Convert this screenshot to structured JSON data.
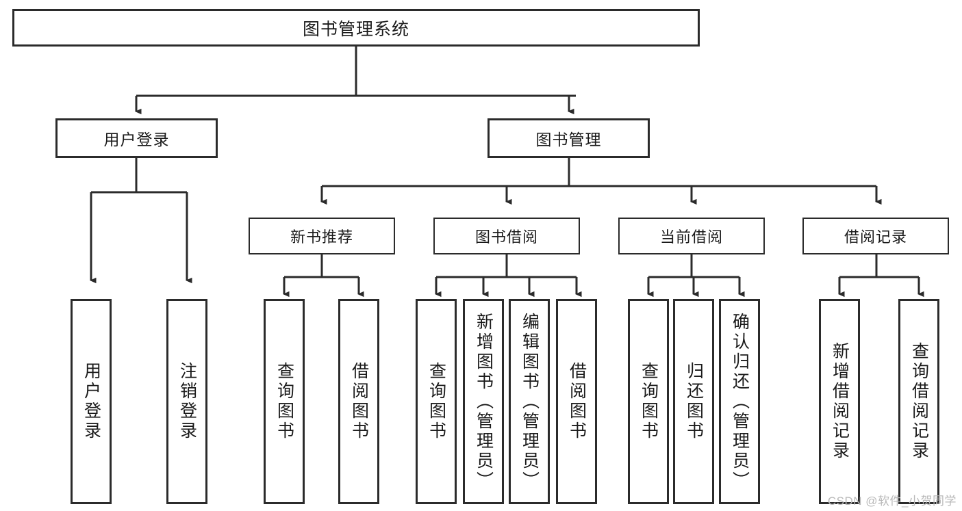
{
  "diagram": {
    "title": "图书管理系统",
    "watermark": "CSDN @软件_小贺同学",
    "colors": {
      "background": "#ffffff",
      "box_border": "#2b2b2b",
      "box_fill": "#ffffff",
      "connector": "#2b2b2b",
      "watermark_text": "#b9b9b9"
    },
    "root": {
      "label": "图书管理系统"
    },
    "level1": [
      {
        "label": "用户登录"
      },
      {
        "label": "图书管理"
      }
    ],
    "level2": [
      {
        "label": "新书推荐"
      },
      {
        "label": "图书借阅"
      },
      {
        "label": "当前借阅"
      },
      {
        "label": "借阅记录"
      }
    ],
    "leaves": {
      "user_login": [
        {
          "label": "用户登录"
        },
        {
          "label": "注销登录"
        }
      ],
      "new_book_recommend": [
        {
          "label": "查询图书"
        },
        {
          "label": "借阅图书"
        }
      ],
      "book_borrow": [
        {
          "label": "查询图书"
        },
        {
          "label": "新增图书（管理员）"
        },
        {
          "label": "编辑图书（管理员）"
        },
        {
          "label": "借阅图书"
        }
      ],
      "current_borrow": [
        {
          "label": "查询图书"
        },
        {
          "label": "归还图书"
        },
        {
          "label": "确认归还（管理员）"
        }
      ],
      "borrow_record": [
        {
          "label": "新增借阅记录"
        },
        {
          "label": "查询借阅记录"
        }
      ]
    }
  }
}
